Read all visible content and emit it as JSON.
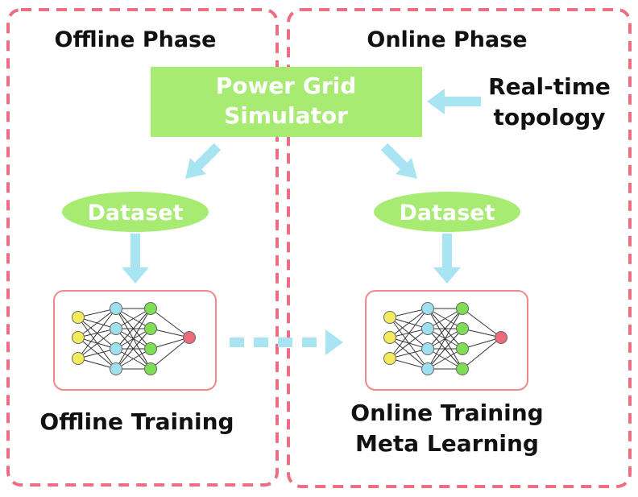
{
  "colors": {
    "dashed_border": "#ec6e83",
    "simulator_fill": "#a7eb72",
    "dataset_fill": "#a7eb72",
    "arrow": "#a9e4f3",
    "nn_panel_border": "#f08a8a",
    "input_node": "#f2ec5c",
    "hidden1_node": "#9fe0f0",
    "hidden2_node": "#7fdc55",
    "output_node": "#ec6b7b"
  },
  "offline": {
    "title": "Offline Phase",
    "dataset_label": "Dataset",
    "training_label": "Offline Training"
  },
  "online": {
    "title": "Online Phase",
    "dataset_label": "Dataset",
    "training_label_line1": "Online Training",
    "training_label_line2": "Meta Learning"
  },
  "simulator": {
    "line1": "Power Grid",
    "line2": "Simulator"
  },
  "topology": {
    "line1": "Real-time",
    "line2": "topology"
  }
}
